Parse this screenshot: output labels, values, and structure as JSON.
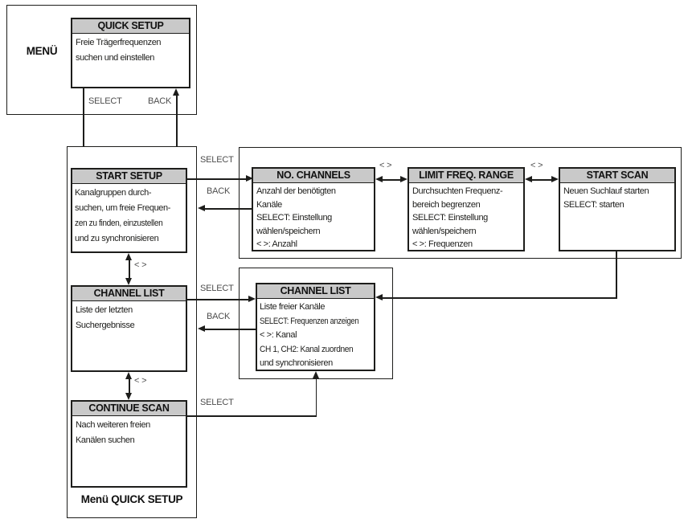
{
  "colors": {
    "line": "#1d1d1b",
    "titlebar_gray": "#c9c9c9",
    "label_gray": "#4d4d4d"
  },
  "labels": {
    "select": "SELECT",
    "back": "BACK",
    "arrows": "< >"
  },
  "menu": {
    "label": "MENÜ"
  },
  "footer": {
    "label": "Menü QUICK SETUP"
  },
  "screens": {
    "quick_setup": {
      "title": "QUICK SETUP",
      "lines": [
        "Freie Trägerfrequenzen",
        "suchen und einstellen"
      ]
    },
    "start_setup": {
      "title": "START SETUP",
      "lines": [
        "Kanalgruppen durch-",
        "suchen, um freie Frequen-",
        "zen zu finden, einzustellen",
        "und zu synchronisieren"
      ]
    },
    "channel_list_menu": {
      "title": "CHANNEL LIST",
      "lines": [
        "Liste der letzten",
        "Suchergebnisse"
      ]
    },
    "continue_scan": {
      "title": "CONTINUE SCAN",
      "lines": [
        "Nach weiteren freien",
        "Kanälen suchen"
      ]
    },
    "no_channels": {
      "title": "NO. CHANNELS",
      "lines": [
        "Anzahl der benötigten",
        "Kanäle",
        "SELECT: Einstellung",
        "wählen/speichern",
        "< >: Anzahl"
      ]
    },
    "limit_freq_range": {
      "title": "LIMIT FREQ. RANGE",
      "lines": [
        "Durchsuchten Frequenz-",
        "bereich begrenzen",
        "SELECT: Einstellung",
        "wählen/speichern",
        "< >: Frequenzen"
      ]
    },
    "start_scan": {
      "title": "START SCAN",
      "lines": [
        "Neuen Suchlauf starten",
        "SELECT: starten"
      ]
    },
    "channel_list_screen": {
      "title": "CHANNEL LIST",
      "lines": [
        "Liste freier Kanäle",
        "SELECT: Frequenzen anzeigen",
        "< >: Kanal",
        "CH 1, CH2: Kanal zuordnen",
        "und synchronisieren"
      ]
    }
  }
}
